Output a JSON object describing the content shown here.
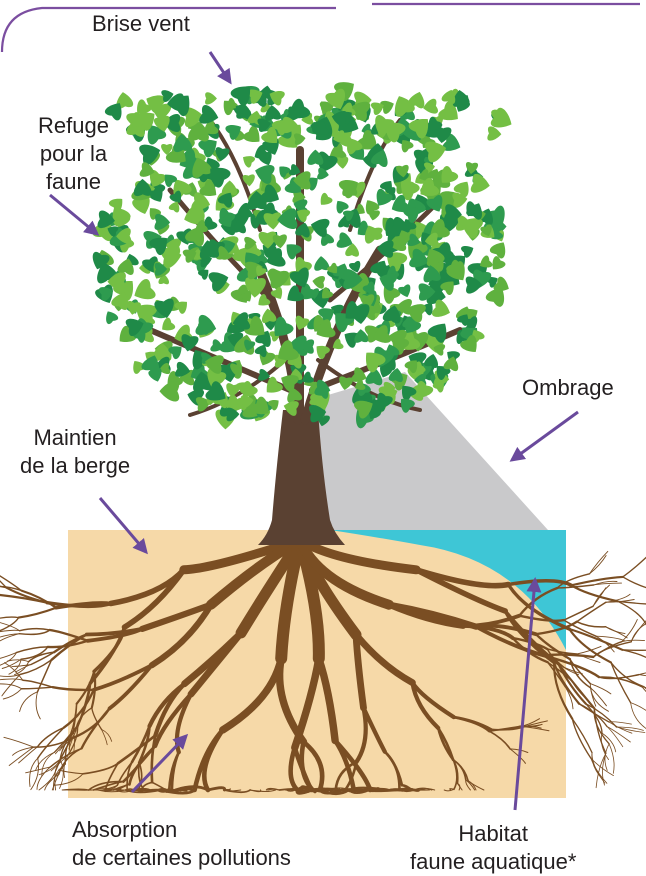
{
  "labels": {
    "brise_vent": "Brise vent",
    "refuge": [
      "Refuge",
      "pour la",
      "faune"
    ],
    "maintien": [
      "Maintien",
      "de la berge"
    ],
    "ombrage": "Ombrage",
    "absorption": [
      "Absorption",
      "de certaines pollutions"
    ],
    "habitat": [
      "Habitat",
      "faune aquatique*"
    ]
  },
  "colors": {
    "frame": "#7b4ea0",
    "arrow": "#6a4a9c",
    "soil": "#f6d9a8",
    "water": "#3ec6d6",
    "shade": "#c9c9cb",
    "trunk": "#5a4132",
    "roots": "#7a4e23",
    "leaf_dark": "#1f8a48",
    "leaf_light": "#74bf44",
    "text": "#231f20"
  }
}
